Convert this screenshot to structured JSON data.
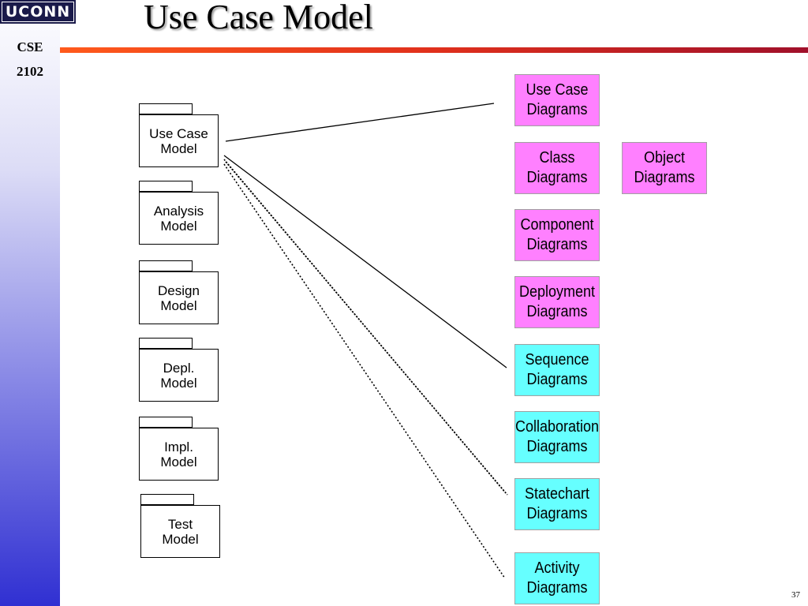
{
  "slide": {
    "logo_text": "UCONN",
    "course_lines": [
      "CSE",
      "2102"
    ],
    "title": "Use Case Model",
    "page_number": "37"
  },
  "colors": {
    "title_bar_start": "#ff5a1c",
    "title_bar_end": "#a0102a",
    "static_diagram_fill": "#ff80ff",
    "dynamic_diagram_fill": "#66ffff",
    "sidebar_bottom": "#3030d2"
  },
  "models": [
    {
      "label": "Use Case\nModel"
    },
    {
      "label": "Analysis\nModel"
    },
    {
      "label": "Design\nModel"
    },
    {
      "label": "Depl.\nModel"
    },
    {
      "label": "Impl.\nModel"
    },
    {
      "label": "Test\nModel"
    }
  ],
  "diagrams": [
    {
      "label": "Use Case\nDiagrams",
      "fill": "#ff80ff"
    },
    {
      "label": "Class\nDiagrams",
      "fill": "#ff80ff"
    },
    {
      "label": "Object\nDiagrams",
      "fill": "#ff80ff"
    },
    {
      "label": "Component\nDiagrams",
      "fill": "#ff80ff"
    },
    {
      "label": "Deployment\nDiagrams",
      "fill": "#ff80ff"
    },
    {
      "label": "Sequence\nDiagrams",
      "fill": "#66ffff"
    },
    {
      "label": "Collaboration\nDiagrams",
      "fill": "#66ffff"
    },
    {
      "label": "Statechart\nDiagrams",
      "fill": "#66ffff"
    },
    {
      "label": "Activity\nDiagrams",
      "fill": "#66ffff"
    }
  ],
  "connections": [
    {
      "from": "Use Case Model",
      "to": "Use Case Diagrams",
      "style": "solid"
    },
    {
      "from": "Use Case Model",
      "to": "Sequence Diagrams",
      "style": "solid"
    },
    {
      "from": "Use Case Model",
      "to": "Statechart Diagrams",
      "style": "dotted"
    },
    {
      "from": "Use Case Model",
      "to": "Activity Diagrams",
      "style": "dotted"
    }
  ]
}
